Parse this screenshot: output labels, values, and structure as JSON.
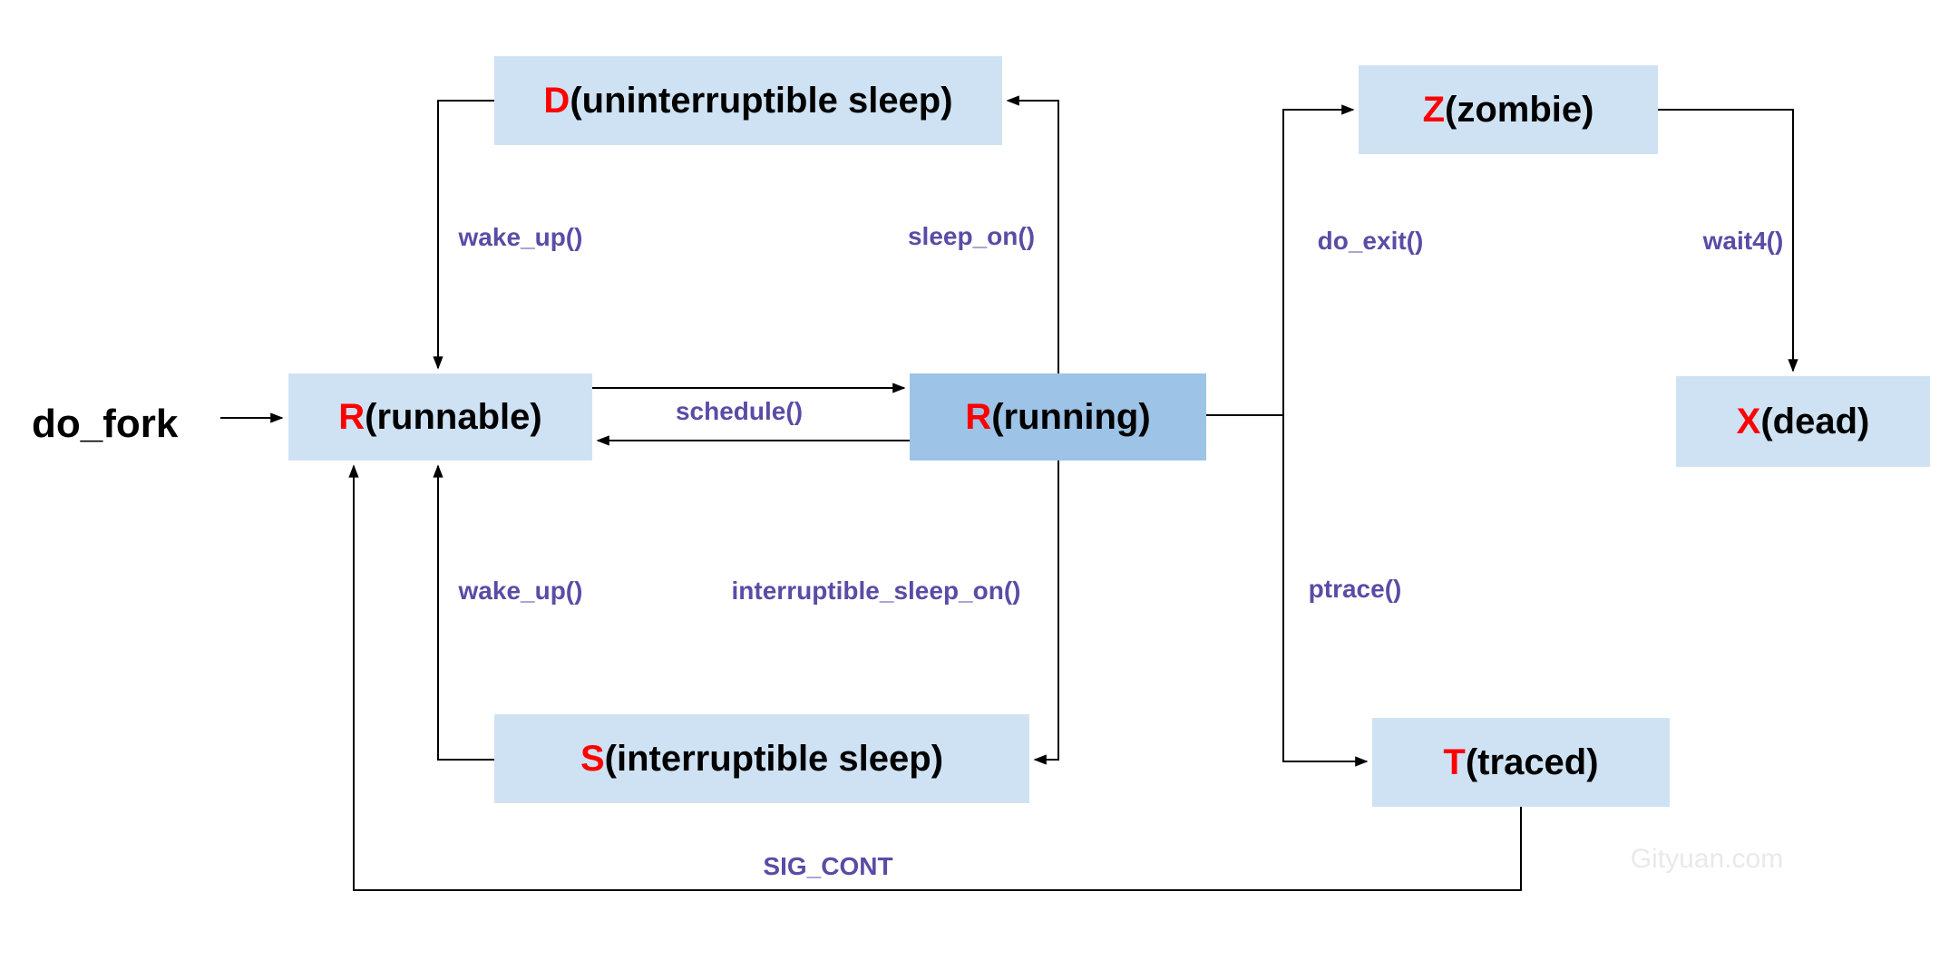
{
  "colors": {
    "bg": "#ffffff",
    "box-fill": "#cfe2f3",
    "box-fill-active": "#9dc3e6",
    "letter-red": "#ff0000",
    "label-purple": "#5a4ca6",
    "line-black": "#000000",
    "watermark-gray": "#e9e9e9"
  },
  "source_label": "do_fork",
  "watermark": "Gityuan.com",
  "nodes": [
    {
      "id": "uninterruptible-sleep",
      "letter": "D",
      "rest": "(uninterruptible sleep)"
    },
    {
      "id": "zombie",
      "letter": "Z",
      "rest": "(zombie)"
    },
    {
      "id": "runnable",
      "letter": "R",
      "rest": "(runnable)"
    },
    {
      "id": "running",
      "letter": "R",
      "rest": "(running)"
    },
    {
      "id": "dead",
      "letter": "X",
      "rest": "(dead)"
    },
    {
      "id": "interruptible-sleep",
      "letter": "S",
      "rest": "(interruptible sleep)"
    },
    {
      "id": "traced",
      "letter": "T",
      "rest": "(traced)"
    }
  ],
  "edge_labels": {
    "wake_up_upper": "wake_up()",
    "sleep_on": "sleep_on()",
    "schedule": "schedule()",
    "do_exit": "do_exit()",
    "wait4": "wait4()",
    "wake_up_lower": "wake_up()",
    "interruptible_sleep_on": "interruptible_sleep_on()",
    "ptrace": "ptrace()",
    "sig_cont": "SIG_CONT"
  }
}
